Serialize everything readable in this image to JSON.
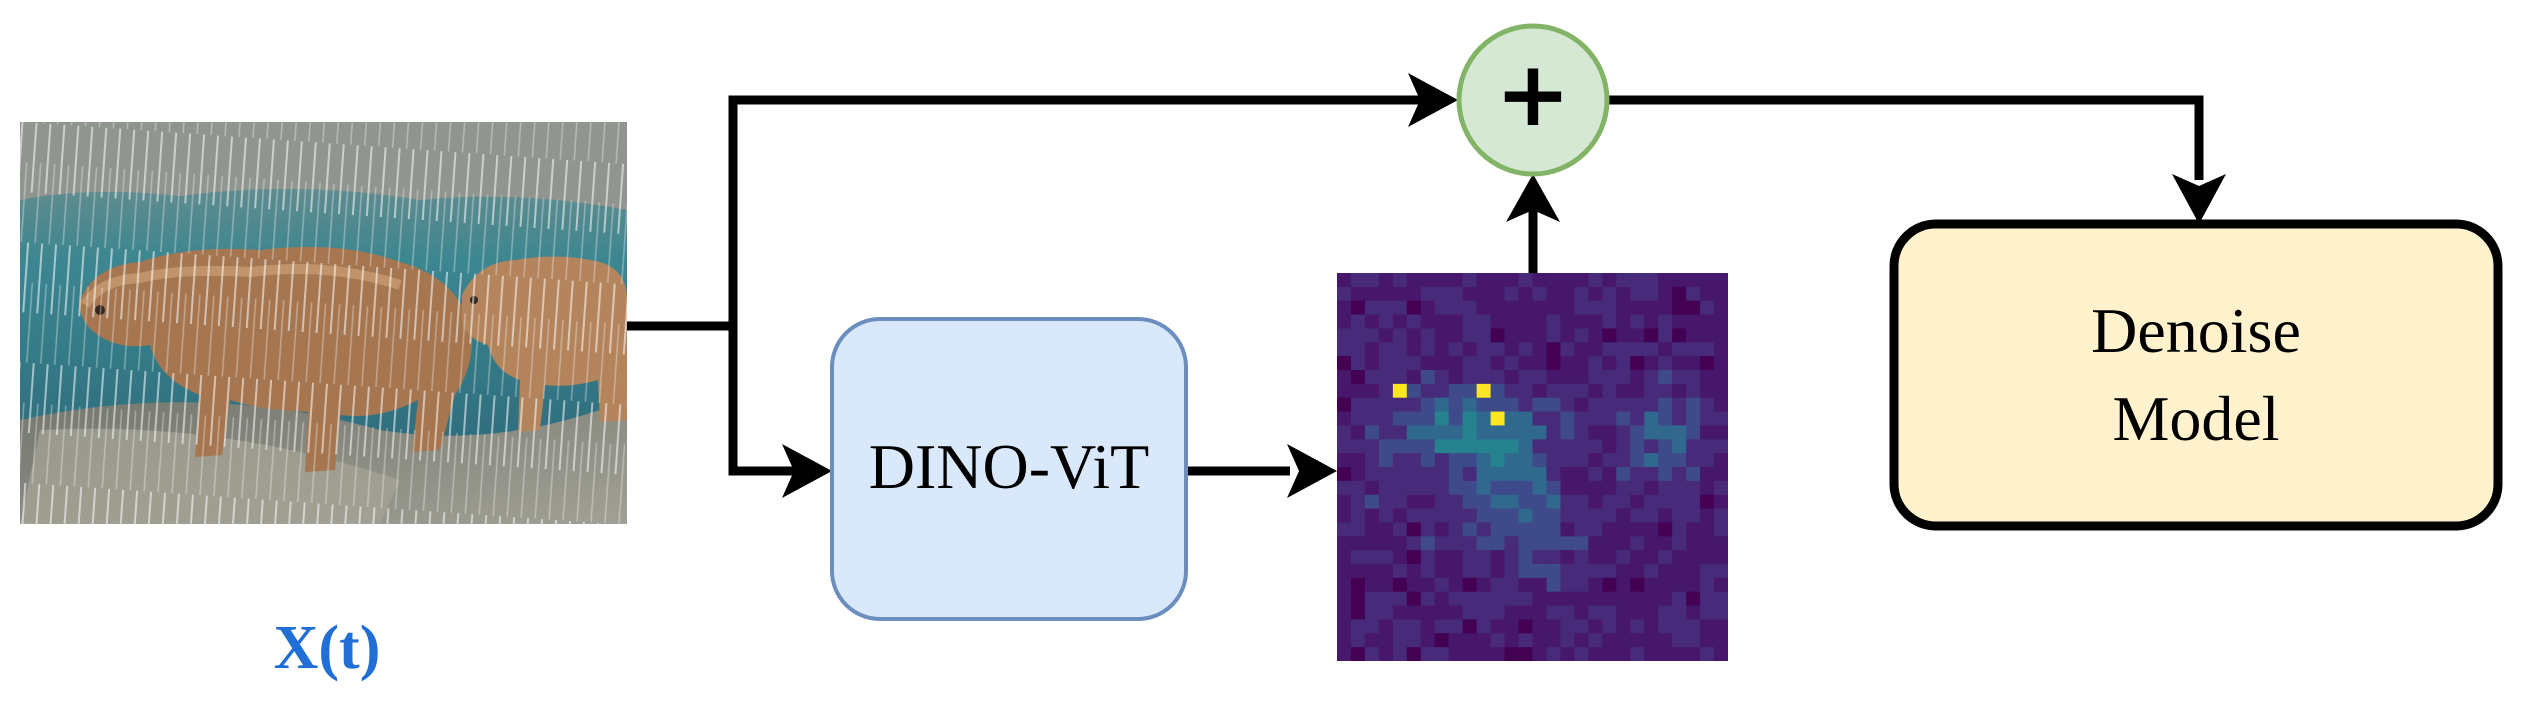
{
  "input_image": {
    "label": "X(t)",
    "label_color": "#1f6fd6",
    "content": "rainy image of brown bears walking along a river bank"
  },
  "nodes": {
    "dino": {
      "label": "DINO-ViT",
      "fill": "#dae8fc",
      "stroke": "#6c8ebf"
    },
    "attention_map": {
      "content": "DINO-ViT attention feature map (viridis colormap)"
    },
    "add": {
      "symbol": "+",
      "fill": "#d5e8d4",
      "stroke": "#82b366"
    },
    "denoise": {
      "label_line1": "Denoise",
      "label_line2": "Model",
      "fill": "#fff2cc",
      "stroke": "#000000"
    }
  },
  "edges": [
    {
      "from": "input_image",
      "to": "add"
    },
    {
      "from": "input_image",
      "to": "dino"
    },
    {
      "from": "dino",
      "to": "attention_map"
    },
    {
      "from": "attention_map",
      "to": "add"
    },
    {
      "from": "add",
      "to": "denoise"
    }
  ]
}
